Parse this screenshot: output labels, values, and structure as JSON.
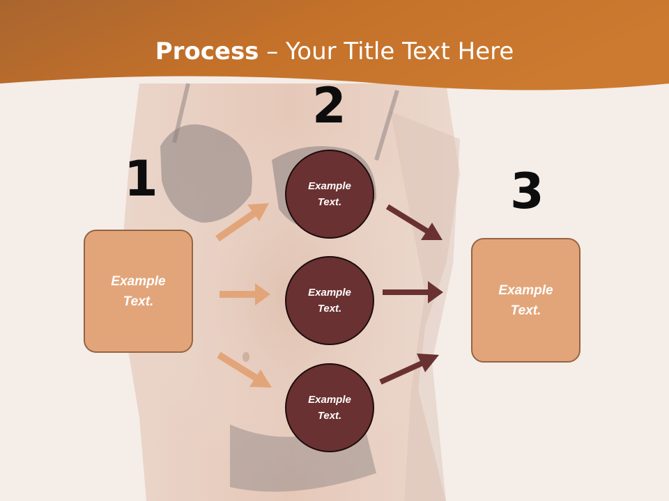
{
  "title": {
    "bold": "Process",
    "rest": " – Your Title Text Here"
  },
  "steps": {
    "one": "1",
    "two": "2",
    "three": "3"
  },
  "left_box": {
    "text": "Example\nText."
  },
  "right_box": {
    "text": "Example\nText."
  },
  "circles": [
    {
      "text": "Example\nText."
    },
    {
      "text": "Example\nText."
    },
    {
      "text": "Example\nText."
    }
  ],
  "colors": {
    "banner": "#c4712a",
    "box_fill": "#e2a57a",
    "box_border": "#946342",
    "circle_fill": "#6a3132",
    "light_arrow": "#e2a57a",
    "dark_arrow": "#6a3132"
  }
}
